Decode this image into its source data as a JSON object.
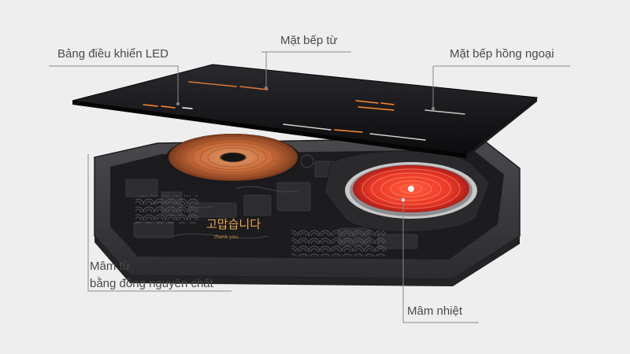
{
  "labels": {
    "led_panel": "Bảng điều khiển LED",
    "induction_surface": "Mặt bếp từ",
    "infrared_surface": "Mặt bếp hồng ngoại",
    "copper_coil_line1": "Mâm từ",
    "copper_coil_line2": "bằng đồng nguyên chất",
    "heating_element": "Mâm nhiệt"
  },
  "colors": {
    "background": "#eeeeee",
    "glass_top": "#121214",
    "body": "#3a3a3d",
    "copper": "#c86a3a",
    "heating_red": "#e8372a",
    "leader_line": "#8a8a8a",
    "text": "#4a4a4a"
  }
}
